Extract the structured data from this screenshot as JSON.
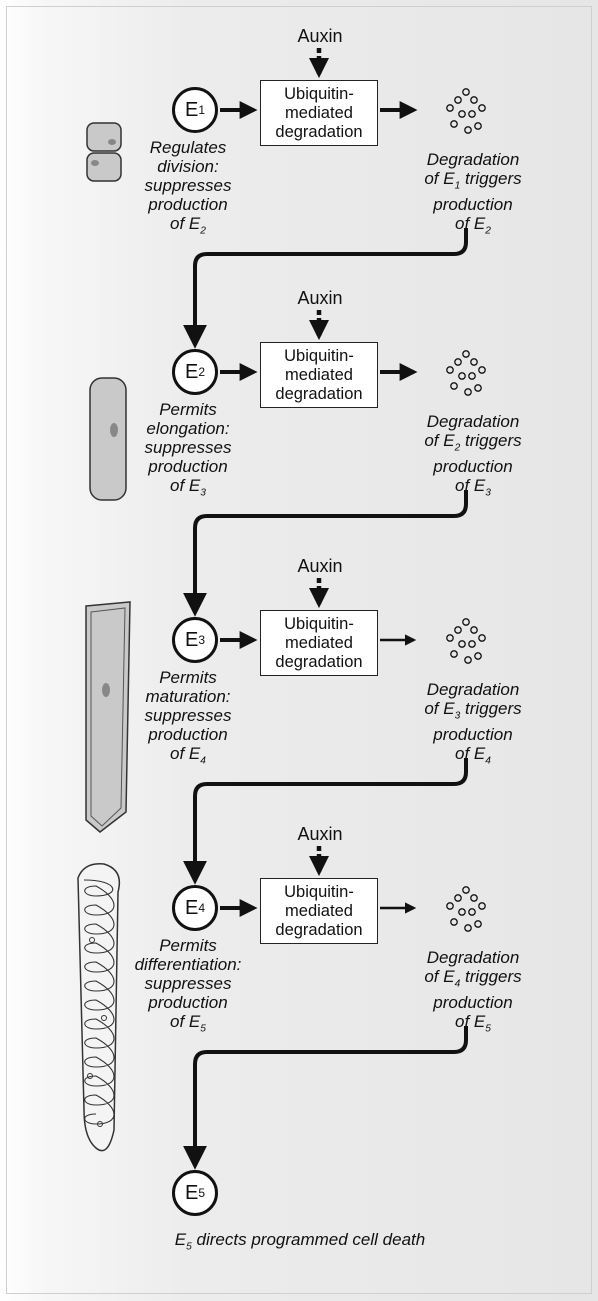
{
  "stages": [
    {
      "enzyme_letter": "E",
      "enzyme_sub": "1",
      "auxin": "Auxin",
      "box_lines": [
        "Ubiquitin-",
        "mediated",
        "degradation"
      ],
      "left_lines": [
        "Regulates",
        "division:",
        "suppresses",
        "production"
      ],
      "left_last": {
        "pre": "of E",
        "sub": "2"
      },
      "right_lines": [
        "Degradation"
      ],
      "right_deg": {
        "pre": "of E",
        "sub": "1",
        "post": " triggers"
      },
      "right_more": [
        "production"
      ],
      "right_last": {
        "pre": "of E",
        "sub": "2"
      }
    },
    {
      "enzyme_letter": "E",
      "enzyme_sub": "2",
      "auxin": "Auxin",
      "box_lines": [
        "Ubiquitin-",
        "mediated",
        "degradation"
      ],
      "left_lines": [
        "Permits",
        "elongation:",
        "suppresses",
        "production"
      ],
      "left_last": {
        "pre": "of E",
        "sub": "3"
      },
      "right_lines": [
        "Degradation"
      ],
      "right_deg": {
        "pre": "of E",
        "sub": "2",
        "post": " triggers"
      },
      "right_more": [
        "production"
      ],
      "right_last": {
        "pre": "of E",
        "sub": "3"
      }
    },
    {
      "enzyme_letter": "E",
      "enzyme_sub": "3",
      "auxin": "Auxin",
      "box_lines": [
        "Ubiquitin-",
        "mediated",
        "degradation"
      ],
      "left_lines": [
        "Permits",
        "maturation:",
        "suppresses",
        "production"
      ],
      "left_last": {
        "pre": "of E",
        "sub": "4"
      },
      "right_lines": [
        "Degradation"
      ],
      "right_deg": {
        "pre": "of E",
        "sub": "3",
        "post": " triggers"
      },
      "right_more": [
        "production"
      ],
      "right_last": {
        "pre": "of E",
        "sub": "4"
      }
    },
    {
      "enzyme_letter": "E",
      "enzyme_sub": "4",
      "auxin": "Auxin",
      "box_lines": [
        "Ubiquitin-",
        "mediated",
        "degradation"
      ],
      "left_lines": [
        "Permits",
        "differentiation:",
        "suppresses",
        "production"
      ],
      "left_last": {
        "pre": "of E",
        "sub": "5"
      },
      "right_lines": [
        "Degradation"
      ],
      "right_deg": {
        "pre": "of E",
        "sub": "4",
        "post": " triggers"
      },
      "right_more": [
        "production"
      ],
      "right_last": {
        "pre": "of E",
        "sub": "5"
      }
    }
  ],
  "final": {
    "enzyme_letter": "E",
    "enzyme_sub": "5",
    "caption_sub": "5",
    "caption_rest": " directs programmed cell death"
  },
  "colors": {
    "line": "#111111",
    "cell_fill": "#c9c9c9",
    "cell_stroke": "#333333",
    "background": "#e8e8e8"
  }
}
